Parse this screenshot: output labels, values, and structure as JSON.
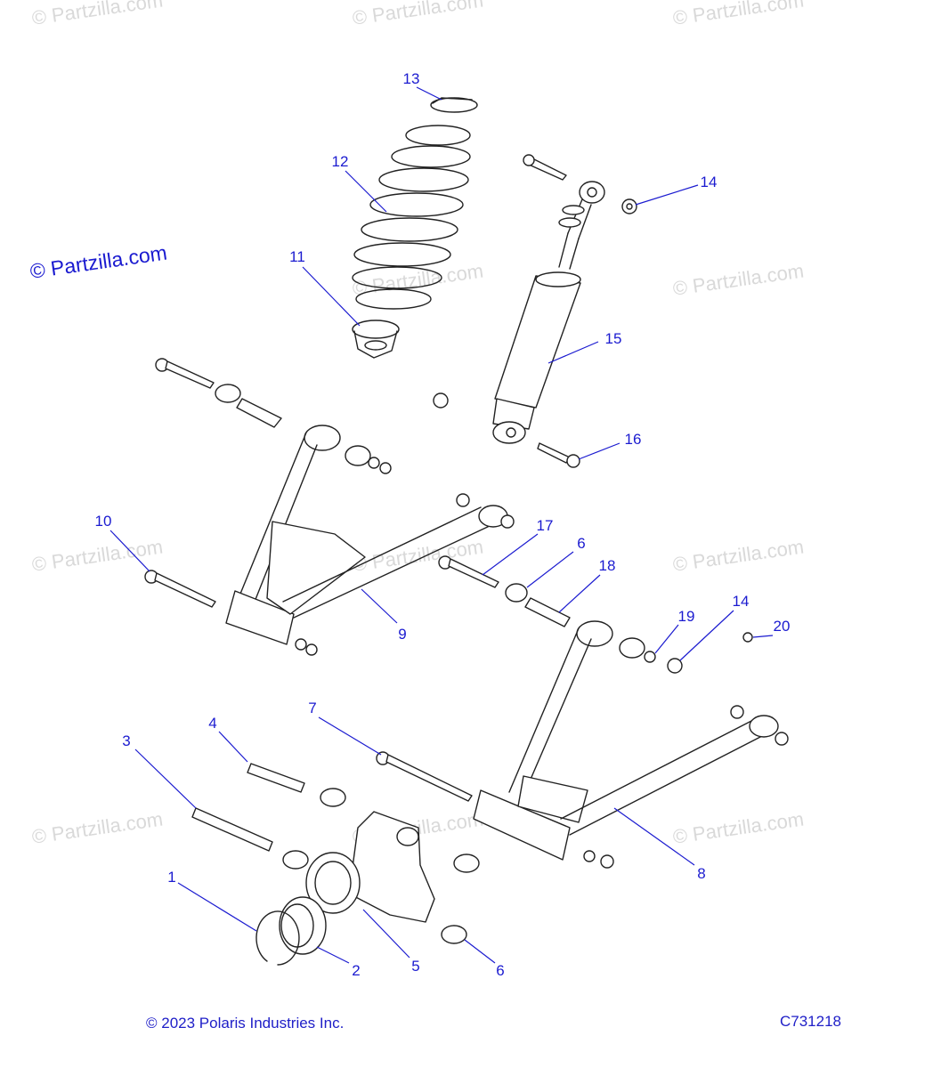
{
  "watermark": "© Partzilla.com",
  "brand_watermark": "© Partzilla.com",
  "callouts": {
    "c13": "13",
    "c12": "12",
    "c14a": "14",
    "c11": "11",
    "c15": "15",
    "c16": "16",
    "c10": "10",
    "c17": "17",
    "c6a": "6",
    "c18": "18",
    "c9": "9",
    "c19": "19",
    "c14b": "14",
    "c20": "20",
    "c7": "7",
    "c4": "4",
    "c3": "3",
    "c8": "8",
    "c1": "1",
    "c2": "2",
    "c5": "5",
    "c6b": "6"
  },
  "footer": {
    "copyright": "© 2023 Polaris Industries Inc.",
    "code": "C731218"
  },
  "colors": {
    "callout": "#1b1bd0",
    "line": "#222222",
    "watermark": "#d9d9d9"
  }
}
